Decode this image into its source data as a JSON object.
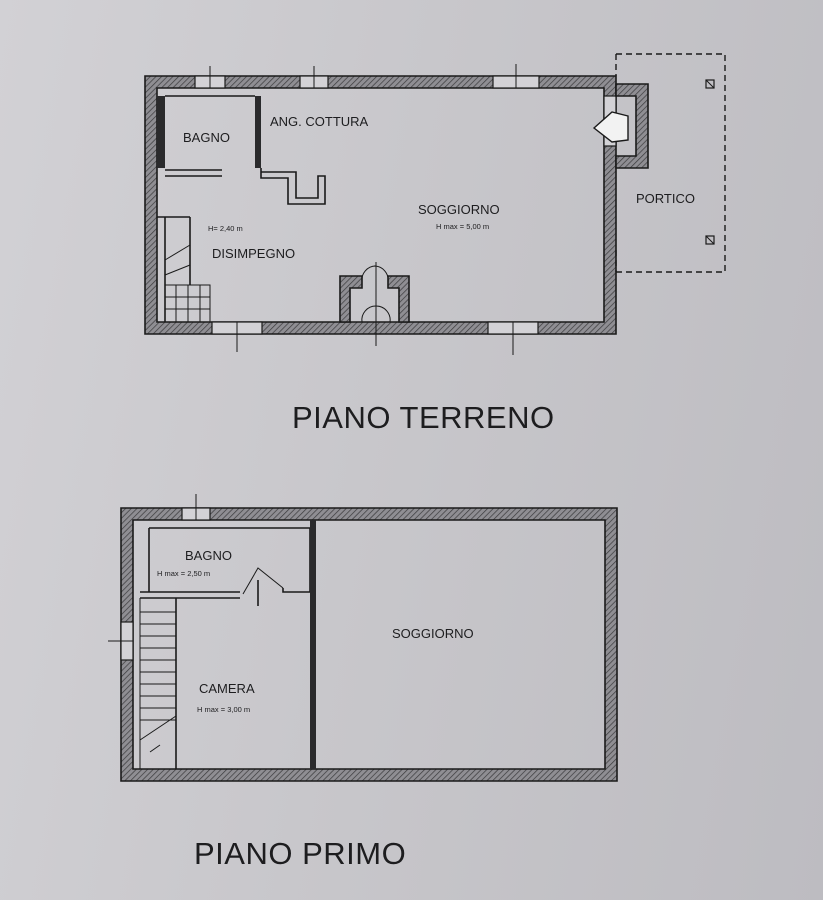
{
  "ground_floor": {
    "title": "PIANO TERRENO",
    "rooms": {
      "bathroom": "BAGNO",
      "kitchenette": "ANG. COTTURA",
      "living": "SOGGIORNO",
      "living_height": "H max = 5,00 m",
      "hall": "DISIMPEGNO",
      "hall_height": "H= 2,40 m",
      "porch": "PORTICO"
    }
  },
  "first_floor": {
    "title": "PIANO PRIMO",
    "rooms": {
      "bathroom": "BAGNO",
      "bathroom_height": "H max = 2,50 m",
      "living": "SOGGIORNO",
      "bedroom": "CAMERA",
      "bedroom_height": "H max = 3,00 m"
    }
  }
}
